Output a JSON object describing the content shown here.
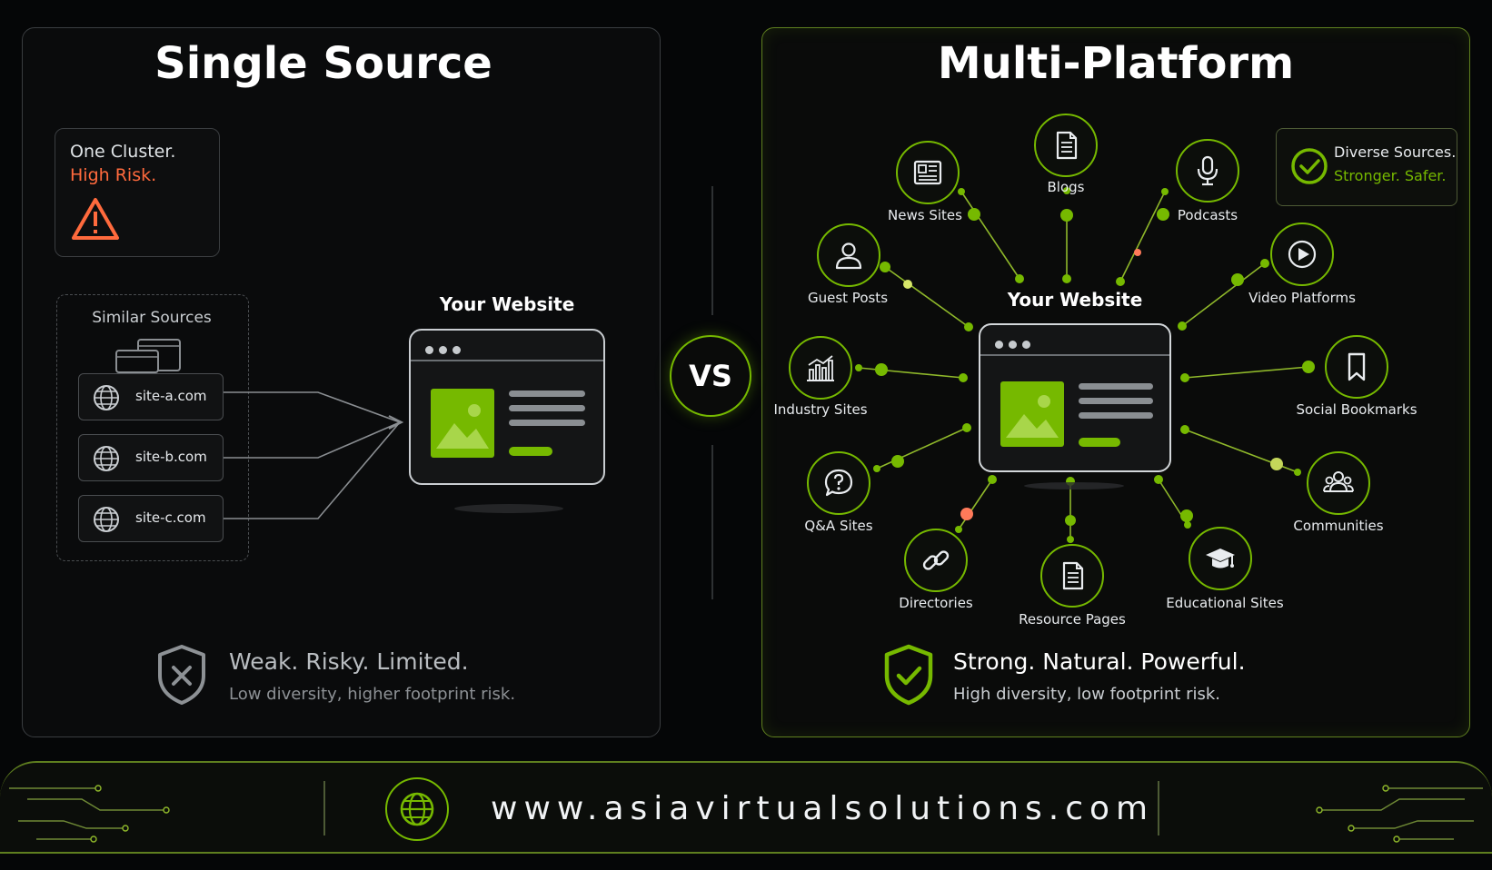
{
  "colors": {
    "accent": "#76b900",
    "warning": "#ff6a3d",
    "panel_border": "#3a3d40"
  },
  "left": {
    "title": "Single Source",
    "risk_line1": "One Cluster.",
    "risk_line2": "High Risk.",
    "similar_label": "Similar Sources",
    "sites": [
      "site-a.com",
      "site-b.com",
      "site-c.com"
    ],
    "website_label": "Your Website",
    "summary_heading": "Weak. Risky. Limited.",
    "summary_sub": "Low diversity, higher footprint risk."
  },
  "vs": "VS",
  "right": {
    "title": "Multi-Platform",
    "website_label": "Your Website",
    "badge_line1": "Diverse Sources.",
    "badge_line2": "Stronger. Safer.",
    "platforms": {
      "news": "News Sites",
      "blogs": "Blogs",
      "podcasts": "Podcasts",
      "guest": "Guest Posts",
      "video": "Video Platforms",
      "industry": "Industry Sites",
      "social": "Social Bookmarks",
      "qa": "Q&A Sites",
      "communities": "Communities",
      "directories": "Directories",
      "resource": "Resource Pages",
      "educational": "Educational Sites"
    },
    "summary_heading": "Strong. Natural. Powerful.",
    "summary_sub": "High diversity, low footprint risk."
  },
  "footer": {
    "url": "www.asiavirtualsolutions.com"
  }
}
